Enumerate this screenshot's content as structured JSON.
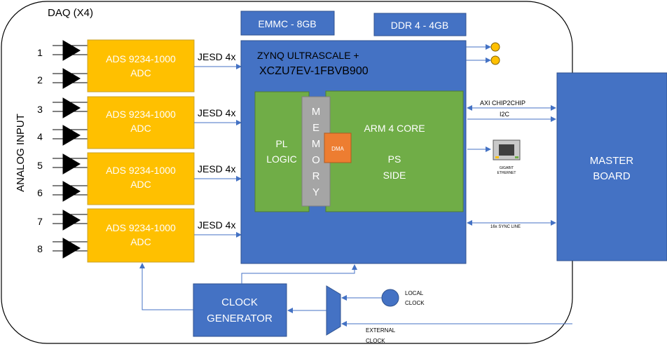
{
  "colors": {
    "blue": "#4472C4",
    "blue_stroke": "#2F528F",
    "adc": "#FFC000",
    "adc_stroke": "#C9A227",
    "green": "#70AD47",
    "memory": "#A5A5A5",
    "dma": "#ED7D31",
    "line": "#4472C4"
  },
  "daq_label": "DAQ  (X4)",
  "analog_input_label": "ANALOG INPUT",
  "channels": [
    "1",
    "2",
    "3",
    "4",
    "5",
    "6",
    "7",
    "8"
  ],
  "adcs": [
    {
      "line1": "ADS 9234-1000",
      "line2": "ADC",
      "link": "JESD 4x"
    },
    {
      "line1": "ADS 9234-1000",
      "line2": "ADC",
      "link": "JESD 4x"
    },
    {
      "line1": "ADS 9234-1000",
      "line2": "ADC",
      "link": "JESD 4x"
    },
    {
      "line1": "ADS 9234-1000",
      "line2": "ADC",
      "link": "JESD 4x"
    }
  ],
  "emmc": "EMMC - 8GB",
  "ddr": "DDR 4 - 4GB",
  "zynq": {
    "line1": "ZYNQ ULTRASCALE +",
    "line2": "XCZU7EV-1FBVB900"
  },
  "pl": {
    "line1": "PL",
    "line2": "LOGIC"
  },
  "memory_letters": [
    "M",
    "E",
    "M",
    "O",
    "R",
    "Y"
  ],
  "dma": "DMA",
  "ps": {
    "line1": "ARM 4 CORE",
    "line2": "PS",
    "line3": "SIDE"
  },
  "axi": "AXI CHIP2CHIP",
  "i2c": "I2C",
  "ethernet": {
    "line1": "GIGABIT",
    "line2": "ETHERNET"
  },
  "sync": "16x SYNC LINE",
  "master": {
    "line1": "MASTER",
    "line2": "BOARD"
  },
  "clock_gen": {
    "line1": "CLOCK",
    "line2": "GENERATOR"
  },
  "local_clock": {
    "line1": "LOCAL",
    "line2": "CLOCK"
  },
  "external_clock": {
    "line1": "EXTERNAL",
    "line2": "CLOCK"
  }
}
